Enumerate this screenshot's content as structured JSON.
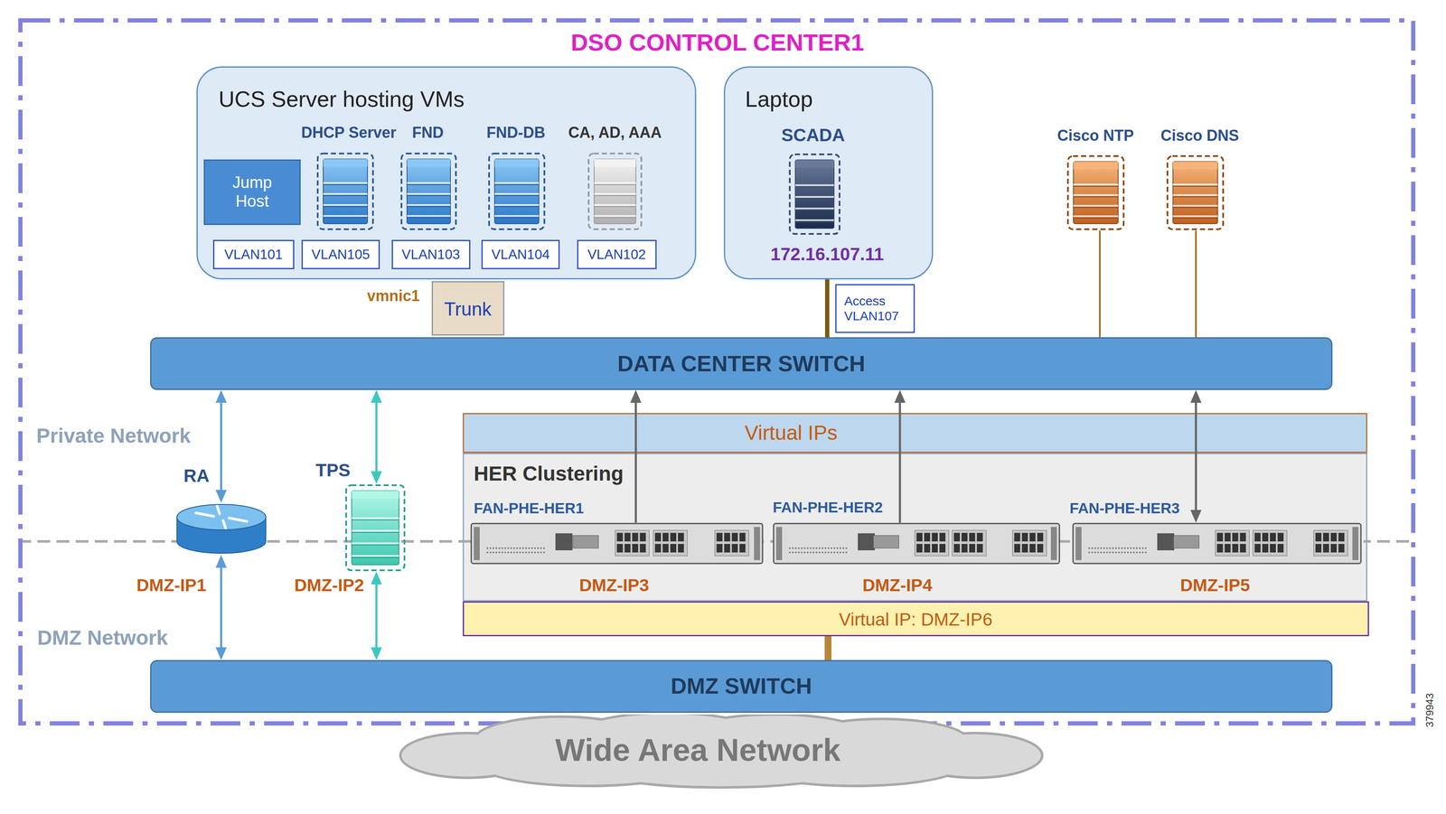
{
  "diagram": {
    "nodes": [
      {
        "text": [
          "DSO CONTROL CENTER1"
        ]
      },
      {
        "text": [
          "UCS Server hosting VMs"
        ],
        "in": 0
      },
      {
        "text": [
          "Jump Host"
        ],
        "in": 1
      },
      {
        "text": [
          "VLAN101"
        ],
        "in": 1
      },
      {
        "text": [
          "DHCP Server"
        ],
        "in": 1
      },
      {
        "text": [
          "VLAN105"
        ],
        "in": 1
      },
      {
        "text": [
          "FND"
        ],
        "in": 1
      },
      {
        "text": [
          "VLAN103"
        ],
        "in": 1
      },
      {
        "text": [
          "FND-DB"
        ],
        "in": 1
      },
      {
        "text": [
          "VLAN104"
        ],
        "in": 1
      },
      {
        "text": [
          "CA, AD, AAA"
        ],
        "in": 1
      },
      {
        "text": [
          "VLAN102"
        ],
        "in": 1
      },
      {
        "text": [
          "Trunk"
        ],
        "in": 0
      },
      {
        "text": [
          "Laptop"
        ],
        "in": 0
      },
      {
        "text": [
          "SCADA",
          "172.16.107.11"
        ],
        "in": 13
      },
      {
        "text": [
          "Access VLAN107"
        ],
        "in": 0
      },
      {
        "text": [
          "Cisco NTP"
        ],
        "in": 0
      },
      {
        "text": [
          "Cisco DNS"
        ],
        "in": 0
      },
      {
        "text": [
          "DATA CENTER SWITCH"
        ],
        "in": 0
      },
      {
        "text": [
          "RA",
          "DMZ-IP1"
        ],
        "in": 0
      },
      {
        "text": [
          "TPS",
          "DMZ-IP2"
        ],
        "in": 0
      },
      {
        "text": [
          "Virtual IPs"
        ],
        "in": 0
      },
      {
        "text": [
          "HER Clustering"
        ],
        "in": 0
      },
      {
        "text": [
          "FAN-PHE-HER1",
          "DMZ-IP3"
        ],
        "in": 22
      },
      {
        "text": [
          "FAN-PHE-HER2",
          "DMZ-IP4"
        ],
        "in": 22
      },
      {
        "text": [
          "FAN-PHE-HER3",
          "DMZ-IP5"
        ],
        "in": 22
      },
      {
        "text": [
          "Virtual IP: DMZ-IP6"
        ],
        "in": 0
      },
      {
        "text": [
          "DMZ SWITCH"
        ],
        "in": 0
      },
      {
        "text": [
          "Wide Area Network"
        ]
      }
    ],
    "edges": [
      {
        "from": 19,
        "to": 18,
        "arrow": "both"
      },
      {
        "from": 19,
        "to": 27,
        "arrow": "both"
      },
      {
        "from": 20,
        "to": 18,
        "arrow": "both"
      },
      {
        "from": 20,
        "to": 27,
        "arrow": "both"
      },
      {
        "from": 23,
        "to": 18,
        "arrow": "to"
      },
      {
        "from": 24,
        "to": 18,
        "arrow": "to"
      },
      {
        "from": 25,
        "to": 18,
        "arrow": "both"
      },
      {
        "from": 13,
        "to": 18,
        "arrow": "none"
      },
      {
        "from": 16,
        "to": 18,
        "arrow": "none"
      },
      {
        "from": 17,
        "to": 18,
        "arrow": "none"
      },
      {
        "from": 26,
        "to": 27,
        "arrow": "none"
      }
    ],
    "labels": [
      "vmnic1",
      "Private Network",
      "DMZ Network",
      "379943"
    ]
  }
}
